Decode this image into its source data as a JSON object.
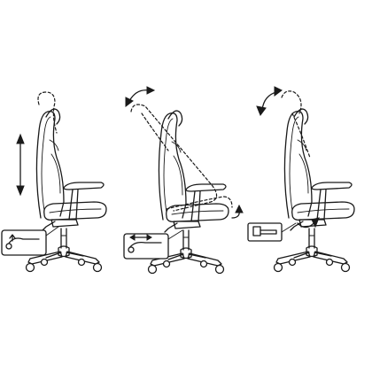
{
  "diagram": {
    "panels": [
      {
        "id": "height-adjustment",
        "arrow": "vertical-double-arrow",
        "lever": "lever-lift-icon"
      },
      {
        "id": "recline-adjustment",
        "arrow": "curved-double-arrow",
        "lever": "lever-horizontal-arrows-icon"
      },
      {
        "id": "tilt-lock-adjustment",
        "arrow": "curved-double-arrow",
        "lever": "lever-lock-icon"
      }
    ],
    "colors": {
      "line": "#1a1a1a",
      "background": "#ffffff"
    }
  }
}
